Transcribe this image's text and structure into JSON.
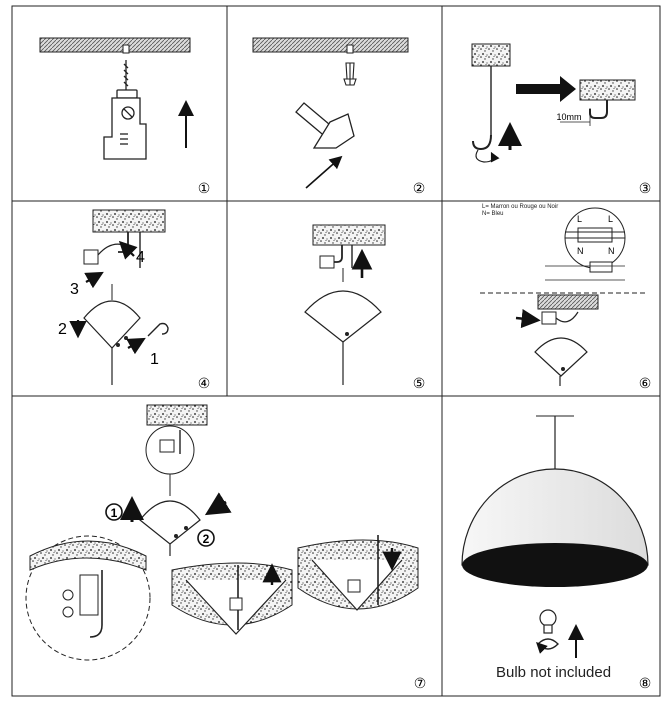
{
  "panels": [
    {
      "number": "①"
    },
    {
      "number": "②"
    },
    {
      "number": "③"
    },
    {
      "number": "④"
    },
    {
      "number": "⑤"
    },
    {
      "number": "⑥"
    },
    {
      "number": "⑦"
    },
    {
      "number": "⑧"
    }
  ],
  "step3": {
    "measure": "10mm"
  },
  "step4": {
    "labels": [
      "1",
      "2",
      "3",
      "4"
    ]
  },
  "step6": {
    "legend_l": "L= Marron ou Rouge ou Noir",
    "legend_n": "N= Bleu",
    "terminal_l": "L",
    "terminal_n": "N"
  },
  "step7": {
    "labels": [
      "1",
      "2"
    ]
  },
  "step8": {
    "caption": "Bulb not included"
  }
}
